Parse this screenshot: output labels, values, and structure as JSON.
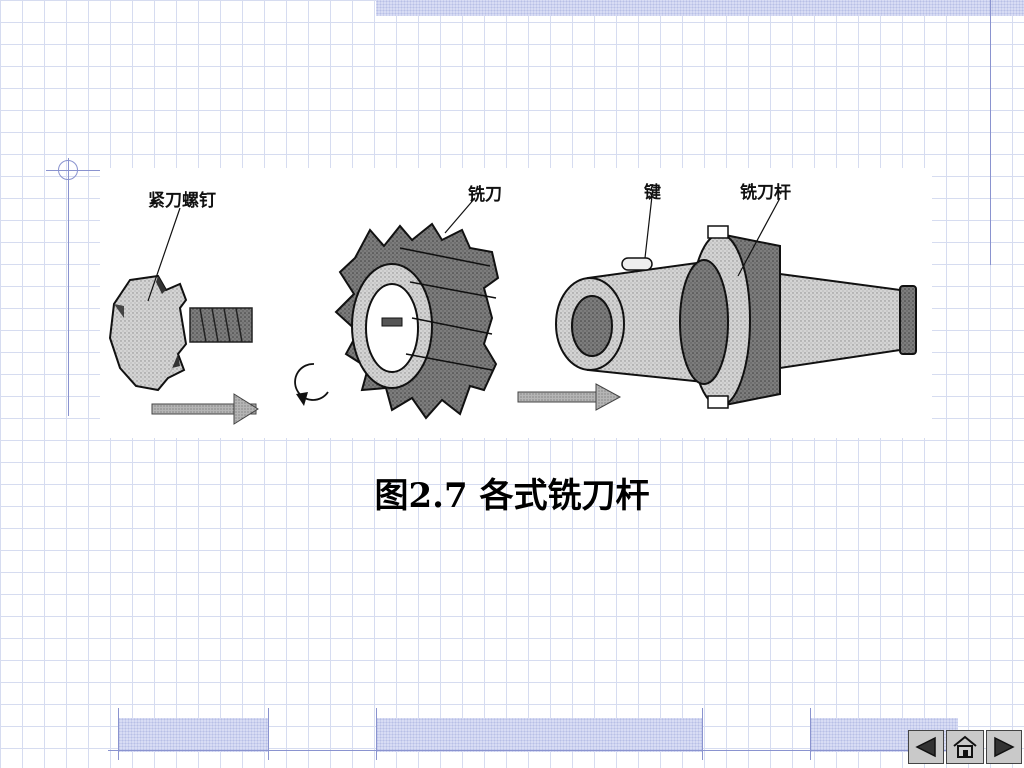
{
  "figure": {
    "labels": {
      "lock_screw": "紧刀螺钉",
      "milling_cutter": "铣刀",
      "key": "键",
      "arbor": "铣刀杆"
    },
    "caption": "图2.7  各式铣刀杆"
  },
  "navigation": {
    "prev_icon": "left-triangle-icon",
    "home_icon": "house-icon",
    "next_icon": "right-triangle-icon"
  },
  "colors": {
    "grid": "#d6dcf0",
    "accent_line": "#8a93cf",
    "deco_bar": "#d8dcf4"
  }
}
